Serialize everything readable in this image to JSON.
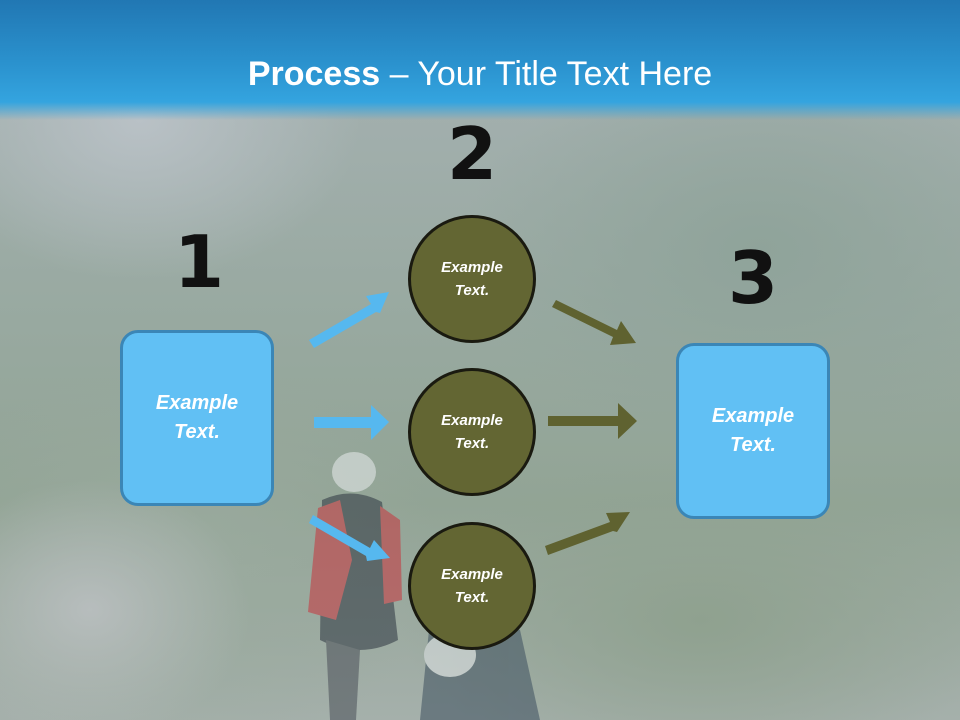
{
  "title": {
    "bold": "Process",
    "rest": " – Your Title Text Here"
  },
  "steps": {
    "step1": {
      "number": "1",
      "label": "Example\nText."
    },
    "step2": {
      "number": "2",
      "items": [
        {
          "label": "Example\nText."
        },
        {
          "label": "Example\nText."
        },
        {
          "label": "Example\nText."
        }
      ]
    },
    "step3": {
      "number": "3",
      "label": "Example\nText."
    }
  },
  "colors": {
    "header": "#2b93cf",
    "box_fill": "#61c0f4",
    "circle_fill": "#636633",
    "blue_arrow": "#56b8ef",
    "olive_arrow": "#5f6230"
  }
}
